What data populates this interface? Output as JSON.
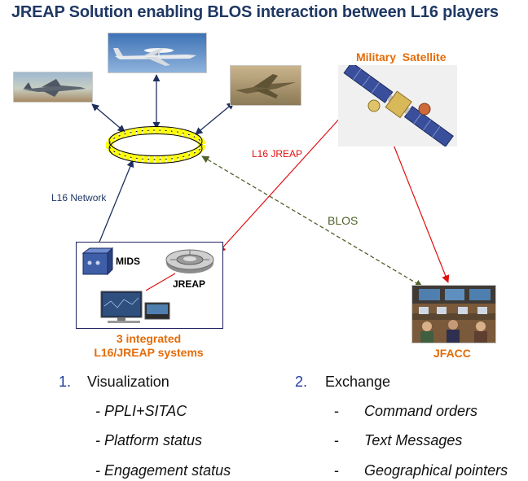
{
  "title": "JREAP Solution enabling BLOS interaction between L16 players",
  "labels": {
    "military_satellite": "Military  Satellite",
    "l16_jreap": "L16 JREAP",
    "l16_network": "L16 Network",
    "blos": "BLOS",
    "mids": "MIDS",
    "jreap": "JREAP",
    "systems_line1": "3 integrated",
    "systems_line2": "L16/JREAP systems",
    "jfacc": "JFACC"
  },
  "lists": {
    "left": {
      "number": "1.",
      "heading": "Visualization",
      "items": [
        "- PPLI+SITAC",
        "- Platform status",
        "- Engagement status"
      ]
    },
    "right": {
      "number": "2.",
      "heading": "Exchange",
      "bullet": "-",
      "items": [
        "Command orders",
        "Text Messages",
        "Geographical pointers"
      ]
    }
  },
  "colors": {
    "title": "#1f3864",
    "orange_label": "#e36c09",
    "ring_fill": "#ffff00",
    "red_link": "#e01010",
    "blue_link": "#1f2f5f",
    "blos_dashed": "#4f6228",
    "list_number": "#1f3c99"
  }
}
